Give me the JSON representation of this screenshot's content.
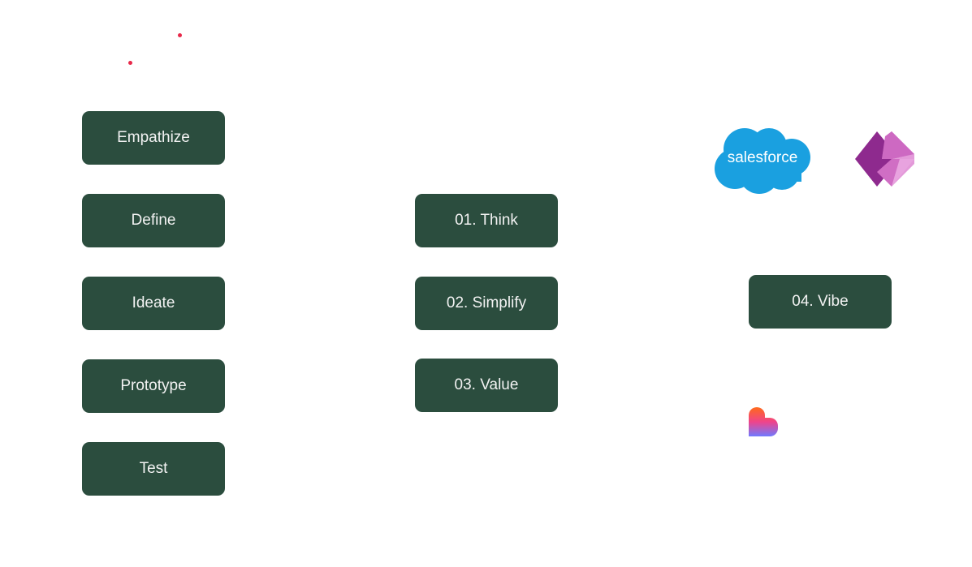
{
  "design_thinking": {
    "steps": [
      {
        "label": "Empathize"
      },
      {
        "label": "Define"
      },
      {
        "label": "Ideate"
      },
      {
        "label": "Prototype"
      },
      {
        "label": "Test"
      }
    ]
  },
  "principles": {
    "steps": [
      {
        "label": "01. Think"
      },
      {
        "label": "02. Simplify"
      },
      {
        "label": "03. Value"
      }
    ]
  },
  "vibe": {
    "label": "04. Vibe",
    "logos": [
      {
        "name": "salesforce",
        "text": "salesforce",
        "color": "#1aa0e0"
      },
      {
        "name": "power-apps",
        "color": "#a23a9c"
      },
      {
        "name": "lovable",
        "color": "#f05a28"
      }
    ]
  },
  "colors": {
    "box": "#2b4d3e",
    "box_text": "#f2f2f2",
    "dot": "#e8294a"
  }
}
